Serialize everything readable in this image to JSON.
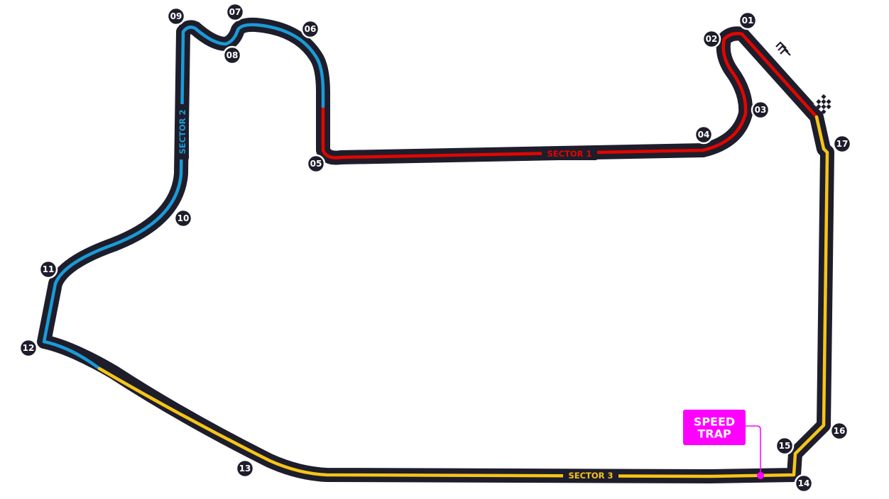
{
  "colors": {
    "track": "#1e1d2b",
    "sector1": "#e10600",
    "sector2": "#1a9bd7",
    "sector3": "#f5c518",
    "speed_trap": "#ff00ff",
    "turn_marker": "#1e1d2b"
  },
  "sectors": {
    "sector1": "SECTOR 1",
    "sector2": "SECTOR 2",
    "sector3": "SECTOR 3"
  },
  "speed_trap": {
    "line1": "SPEED",
    "line2": "TRAP"
  },
  "turns": [
    "01",
    "02",
    "03",
    "04",
    "05",
    "06",
    "07",
    "08",
    "09",
    "10",
    "11",
    "12",
    "13",
    "14",
    "15",
    "16",
    "17"
  ],
  "icons": [
    "drs-detection-chevron-icon",
    "start-finish-checkered-flag-icon"
  ]
}
